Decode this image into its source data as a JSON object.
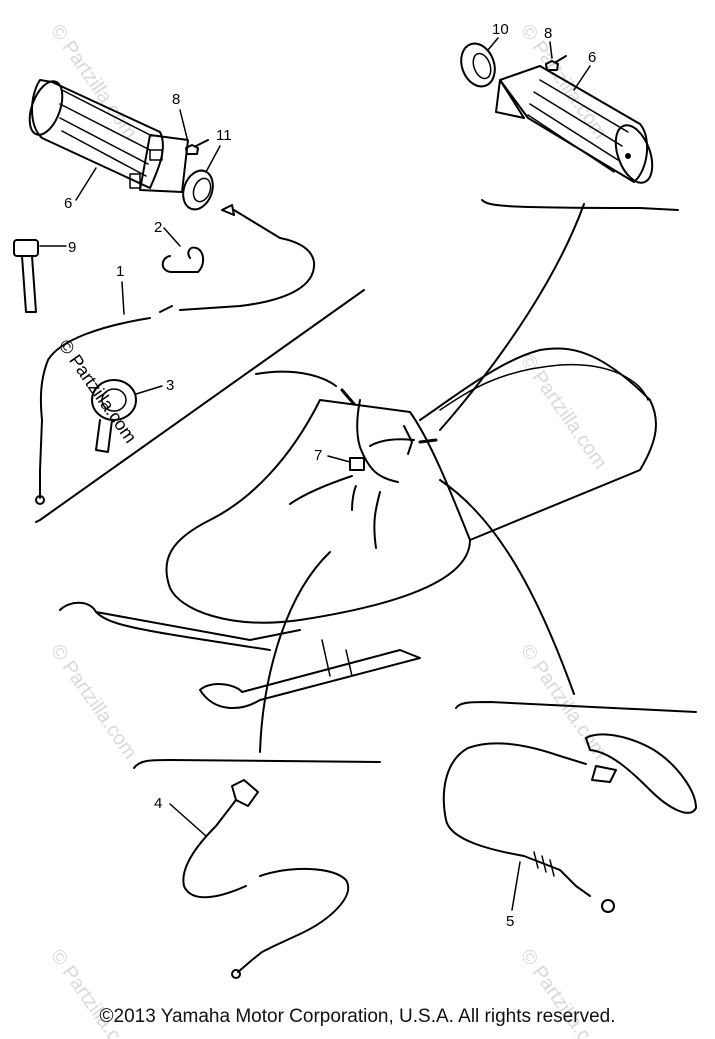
{
  "watermark": "© Partzilla.com",
  "callouts": {
    "c10": "10",
    "c8a": "8",
    "c6a": "6",
    "c8b": "8",
    "c11": "11",
    "c6b": "6",
    "c2": "2",
    "c9": "9",
    "c1": "1",
    "c3": "3",
    "c7": "7",
    "c4": "4",
    "c5": "5"
  },
  "copyright": "©2013  Yamaha Motor Corporation, U.S.A. All rights reserved."
}
